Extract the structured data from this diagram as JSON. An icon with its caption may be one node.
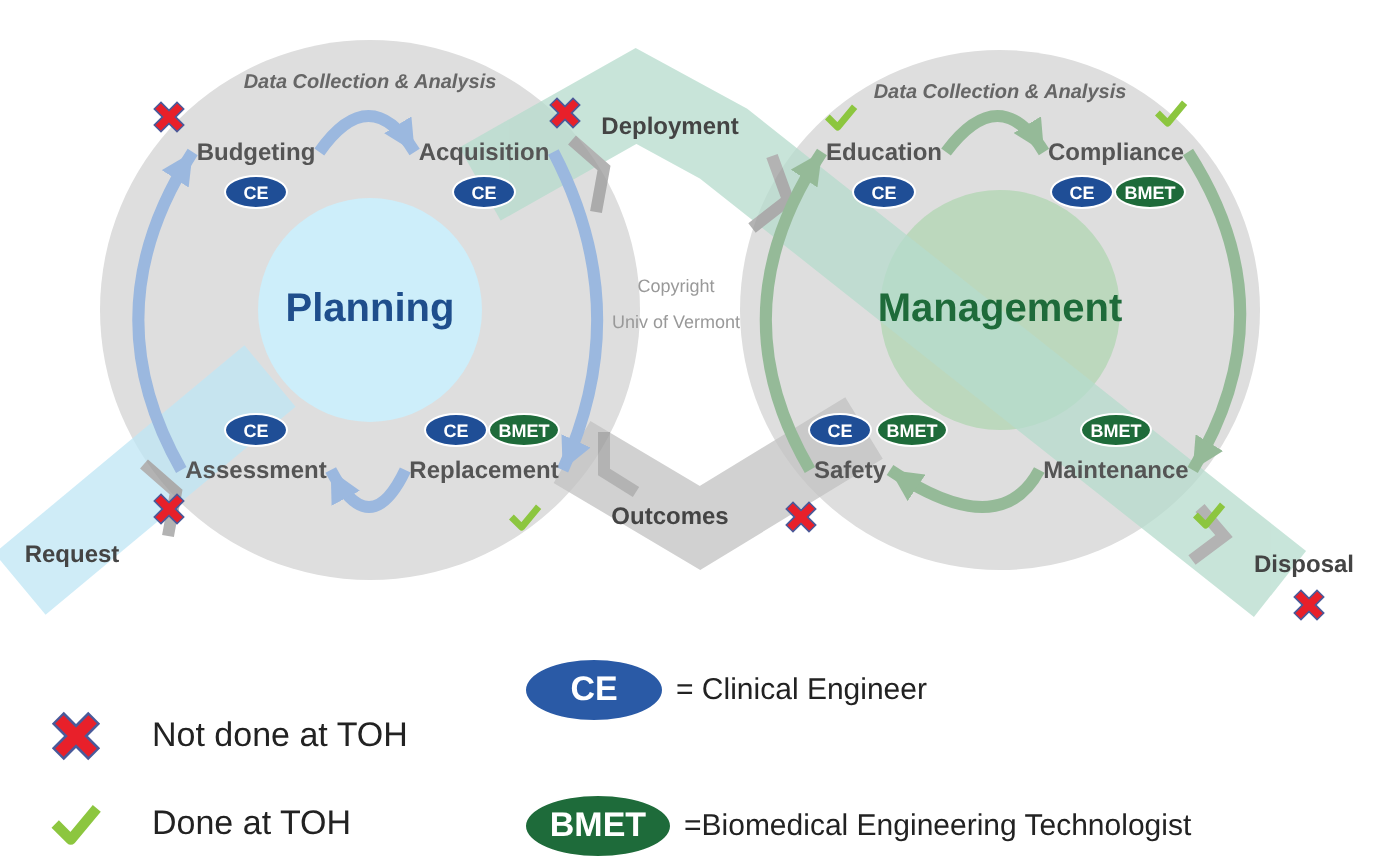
{
  "diagram": {
    "nodes": [
      {
        "text": [
          "Data Collection & Analysis"
        ]
      },
      {
        "text": [
          "Planning"
        ],
        "in": 0
      },
      {
        "text": [
          "Budgeting"
        ],
        "in": 0
      },
      {
        "text": [
          "Acquisition"
        ],
        "in": 0
      },
      {
        "text": [
          "CE"
        ],
        "in": 0
      },
      {
        "text": [
          "CE"
        ],
        "in": 0
      },
      {
        "text": [
          "CE"
        ],
        "in": 0
      },
      {
        "text": [
          "CE"
        ],
        "in": 0
      },
      {
        "text": [
          "BMET"
        ],
        "in": 0
      },
      {
        "text": [
          "Assessment"
        ],
        "in": 0
      },
      {
        "text": [
          "Replacement"
        ],
        "in": 0
      },
      {
        "text": [
          "Data Collection & Analysis"
        ]
      },
      {
        "text": [
          "Management"
        ],
        "in": 11
      },
      {
        "text": [
          "Education"
        ],
        "in": 11
      },
      {
        "text": [
          "Compliance"
        ],
        "in": 11
      },
      {
        "text": [
          "CE"
        ],
        "in": 11
      },
      {
        "text": [
          "CE"
        ],
        "in": 11
      },
      {
        "text": [
          "BMET"
        ],
        "in": 11
      },
      {
        "text": [
          "CE"
        ],
        "in": 11
      },
      {
        "text": [
          "BMET"
        ],
        "in": 11
      },
      {
        "text": [
          "BMET"
        ],
        "in": 11
      },
      {
        "text": [
          "Safety"
        ],
        "in": 11
      },
      {
        "text": [
          "Maintenance"
        ],
        "in": 11
      },
      {
        "text": [
          "CE"
        ],
        "beside": [
          "= Clinical Engineer"
        ]
      },
      {
        "text": [
          "BMET"
        ],
        "beside": [
          "=Biomedical Engineering Technologist"
        ]
      }
    ],
    "edges": [
      {
        "from": 2,
        "to": 3,
        "arrow": "to",
        "color": "#9bb8df"
      },
      {
        "from": 3,
        "to": 10,
        "arrow": "to",
        "color": "#9bb8df"
      },
      {
        "from": 10,
        "to": 9,
        "arrow": "to",
        "color": "#9bb8df"
      },
      {
        "from": 9,
        "to": 2,
        "arrow": "to",
        "color": "#9bb8df"
      },
      {
        "from": 13,
        "to": 14,
        "arrow": "to",
        "color": "#95ba98"
      },
      {
        "from": 14,
        "to": 22,
        "arrow": "to",
        "color": "#95ba98"
      },
      {
        "from": 22,
        "to": 21,
        "arrow": "to",
        "color": "#95ba98"
      },
      {
        "from": 21,
        "to": 13,
        "arrow": "to",
        "color": "#95ba98"
      }
    ],
    "labels": [
      "Request",
      "Deployment",
      "Outcomes",
      "Disposal",
      "Copyright",
      "Univ of Vermont"
    ],
    "legend": [
      {
        "text": "Not done at TOH"
      },
      {
        "text": "Done at TOH"
      }
    ]
  }
}
